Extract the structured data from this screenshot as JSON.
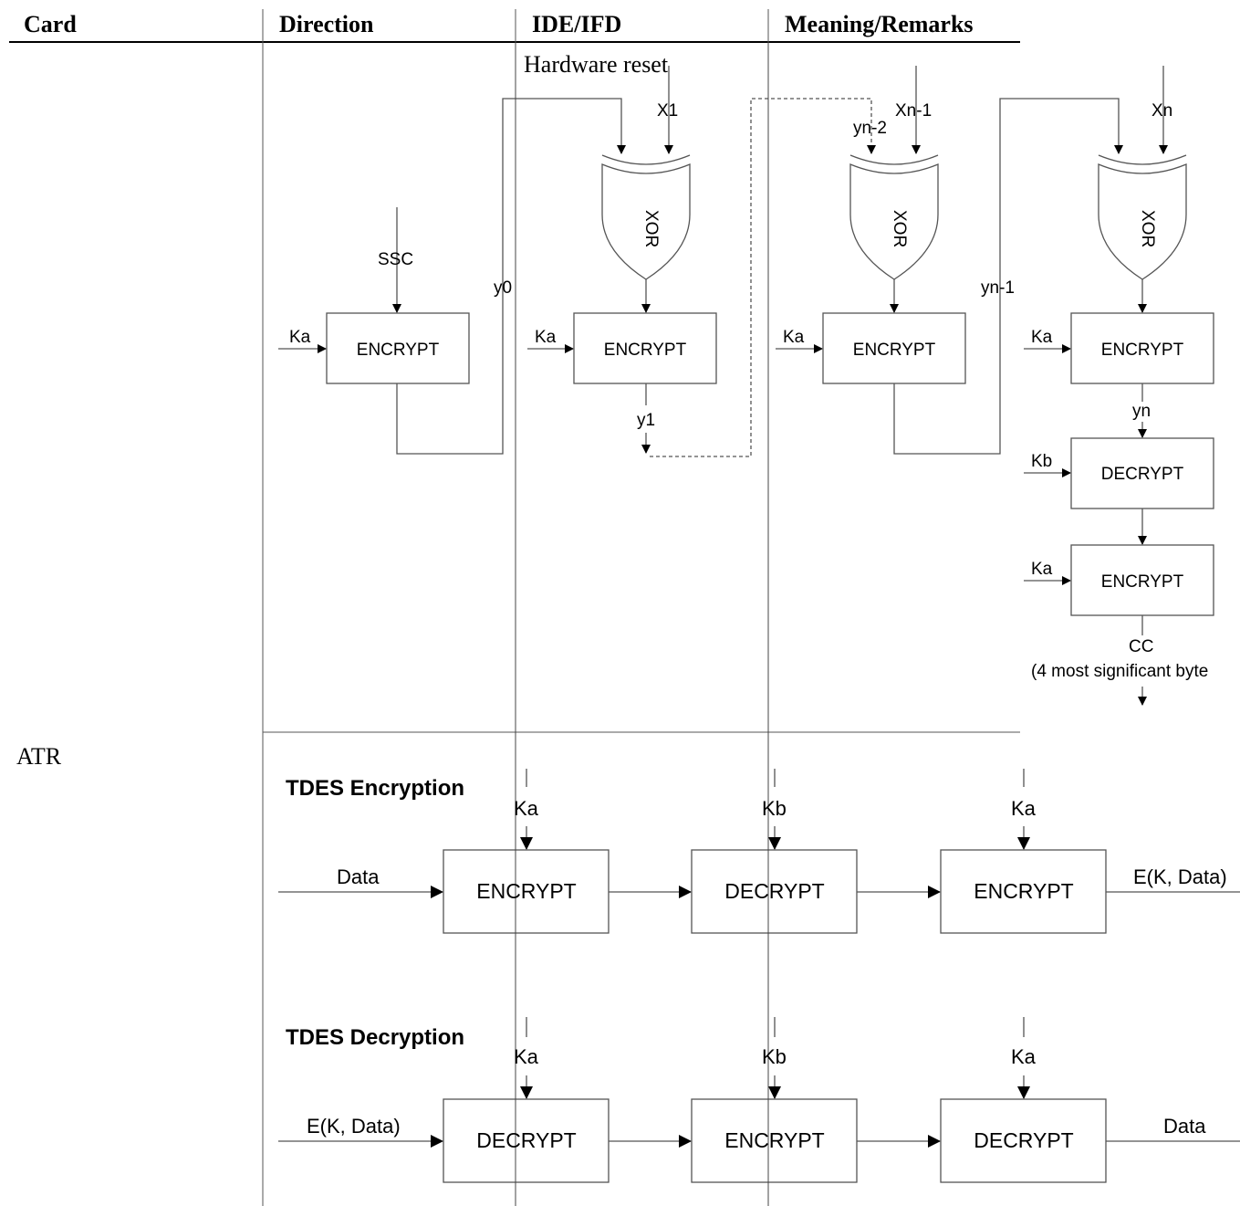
{
  "table": {
    "headers": [
      "Card",
      "Direction",
      "IDE/IFD",
      "Meaning/Remarks"
    ],
    "row1": {
      "ide_ifd": "Hardware reset"
    },
    "row2": {
      "card": "ATR"
    }
  },
  "mac_diagram": {
    "ssc": "SSC",
    "key_a": "Ka",
    "key_b": "Kb",
    "encrypt": "ENCRYPT",
    "decrypt": "DECRYPT",
    "xor": "XOR",
    "y0": "y0",
    "y1": "y1",
    "x1": "X1",
    "yn_2": "yn-2",
    "xn_1": "Xn-1",
    "yn_1": "yn-1",
    "xn": "Xn",
    "yn": "yn",
    "cc": "CC",
    "cc_note": "(4 most significant byte"
  },
  "tdes": {
    "enc_title": "TDES Encryption",
    "dec_title": "TDES Decryption",
    "data": "Data",
    "ekdata": "E(K, Data)",
    "encrypt": "ENCRYPT",
    "decrypt": "DECRYPT",
    "key_a": "Ka",
    "key_b": "Kb"
  }
}
